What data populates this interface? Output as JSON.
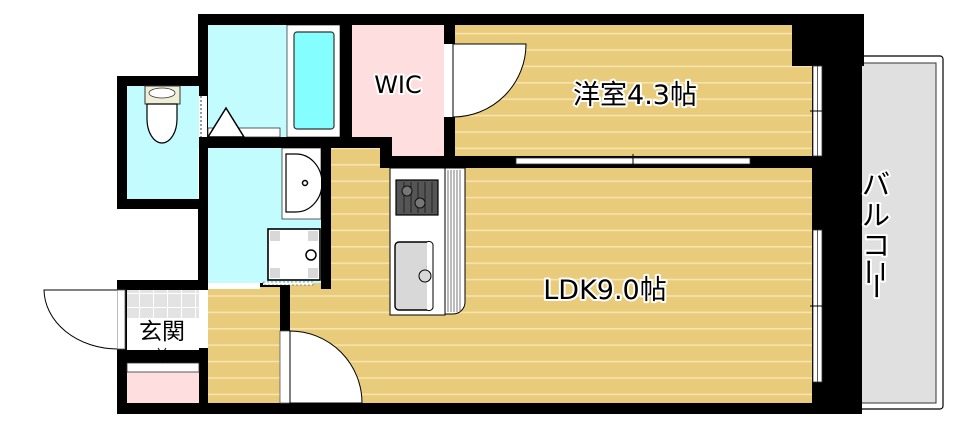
{
  "floorplan": {
    "rooms": {
      "western_room": {
        "label": "洋室4.3帖",
        "name": "洋室",
        "size_jo": "4.3"
      },
      "ldk": {
        "label": "LDK9.0帖",
        "name": "LDK",
        "size_jo": "9.0"
      },
      "wic": {
        "label": "WIC"
      },
      "entrance": {
        "label": "玄関"
      },
      "balcony": {
        "label": "バルコニー",
        "chars": [
          "バ",
          "ル",
          "コ",
          "ニ",
          "ー"
        ]
      },
      "toilet": {
        "label": ""
      },
      "bathroom": {
        "label": ""
      },
      "washroom": {
        "label": ""
      }
    },
    "fixtures": [
      "toilet",
      "bathtub",
      "wash-basin",
      "washing-machine-pan",
      "gas-stove",
      "kitchen-sink",
      "shoe-cabinet"
    ],
    "colors": {
      "wall": "#000000",
      "wood_floor": "#E9CC7B",
      "wood_line": "#F6E3AE",
      "wet_area": "#C2FCFE",
      "bathtub": "#84FEFF",
      "wic": "#FEDEDE",
      "balcony": "#E0E0E0",
      "entrance_tile": "#E3E3E3",
      "fixture_fill": "#FFFFFF",
      "fixture_gray": "#D8D8D8"
    }
  }
}
